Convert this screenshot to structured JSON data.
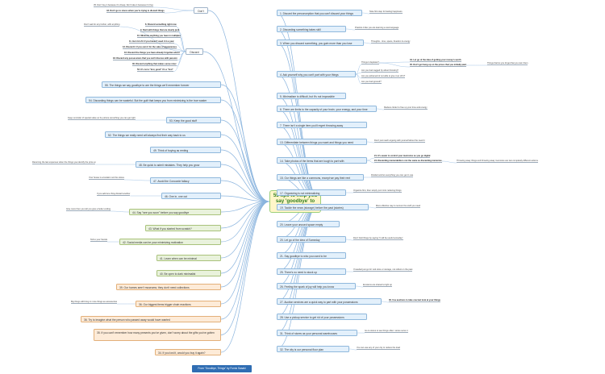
{
  "title": "55 tips to help you say 'goodbye' to your things",
  "footer": "From \"Goodbye, Things\" by Fumio Sasaki",
  "colors": {
    "line": "#8ab4de",
    "center_border": "#9ccf7a",
    "center_text": "#2e7d1e",
    "footer_bg": "#2f6db3"
  },
  "right": [
    "1. Discard the preconception that you can't discard your things",
    "2. Discarding something takes skill",
    "3. When you discard something, you gain more than you lose",
    "4. Ask yourself why you can't part with your things",
    "5. Minimalism is difficult, but it's not impossible",
    "6. There are limits to the capacity of your brain, your energy, and your time",
    "7. There isn't a single item you'll regret throwing away",
    "13. Differentiate between things you want and things you need",
    "14. Take photos of the items that are tough to part with",
    "15. Our things are like a commons, except we pay their rent",
    "17. Organizing is not minimalizing",
    "19. Tackle the news (storage) before the past (stories)",
    "20. Leave your unused space empty",
    "20. Let go of the idea of Someday",
    "21. Say goodbye to who you used to be",
    "25. There's no need to stock up",
    "26. Feeling the spark of joy will help you know",
    "27. Auction services are a quick way to part with your possessions",
    "28. Use a pickup service to get rid of your possessions",
    "31. Think of stores as your personal warehouses",
    "32. The city is our personal floor plan"
  ],
  "right_leaves": [
    "Note first step for lasting happiness",
    "Practice it like you are learning a new language",
    "Thoughts - time, space, freedom & energy",
    "Things it depletes?",
    "34. Let go of the idea of getting your money's worth",
    "35. Don't get hung up on the prices that you initially paid",
    "Things that let you forget that you own them",
    "Are you feel nagged by about throwing?",
    "Are you ashamed of not able to give it an off it?",
    "Are you feel ignored?",
    "Reduce clutter to free up your time and energy",
    "Don't just reach arguing with yourself about the need it",
    "21. It's easier to control your memories as you go digital",
    "24. Discarding memorabilia is not the same as discarding memories",
    "Throwing away things and throwing away memories are two completely different actions",
    "Divided and let everything you own get in use",
    "Organize first, then simply put it into reducing things",
    "More effective way to recover the stuff you need",
    "Don't hold things by saying \"it will be useful someday\"",
    "If needed just go for visit store or storage, not reflect on the past",
    "Emotions are shared to light up",
    "30. Use auctions to take one last look at your things",
    "Go to stores to see things often: stores serve it",
    "You can use any of your city to reduce the load"
  ],
  "left": [
    "Don't",
    "Discard",
    "55. The things we say goodbye to are the things we'll remember forever",
    "54. Discarding things can be wasteful. But the guilt that keeps you from minimizing is the true waster",
    "53. Keep the good stuff",
    "52. The things we really need will always find their way back to us",
    "49. Think of buying as renting",
    "48. Be quick to admit mistakes. They help you grow",
    "47. Avoid the Concorde fallacy",
    "46. One in, one out",
    "44. Say \"see you soon\" before you say goodbye",
    "43. What if you started from scratch?",
    "42. Social media can be your minimizing motivation",
    "41. Learn when can be minimal",
    "40. Be open to dark minimalist",
    "39. Our homes aren't museums; they don't need collections",
    "36. Our biggest items trigger chain reactions",
    "36. Try to imagine what the person who passed away would have wanted",
    "35. If you can't remember how many presents you've given, don't worry about the gifts you've gotten",
    "34. If you lost it, would you buy it again?"
  ],
  "left_leaves": [
    "35. Don't buy it because it's cheap. Don't take it because it's free",
    "43. Don't go to stores when you're trying to discard things",
    "Don't wait for any bother, with anything",
    "8. Discard something right now",
    "9. Start with things that are clearly junk",
    "10. Minimize anything you have in multiples",
    "11. Get rid of it if you haven't used it in a year",
    "12. Discard it if you own it for the sake of appearances",
    "16. Discard the things you have already forgotten about",
    "18. Discard any possessions that you can't discuss with passion",
    "30. Discard anything that makes sense nicer",
    "52. It's not a \"lost, good\" it's a \"lost\"",
    "Keep reminder of special value so he picture something you can get right",
    "Returning the last expenses when the things you identify the price at",
    "Your house is a location not the stores",
    "If you add one thing discard another",
    "Give more then you tell you give a better ending",
    "Tell to your friends",
    "Big things will bring in more things as accessories"
  ]
}
